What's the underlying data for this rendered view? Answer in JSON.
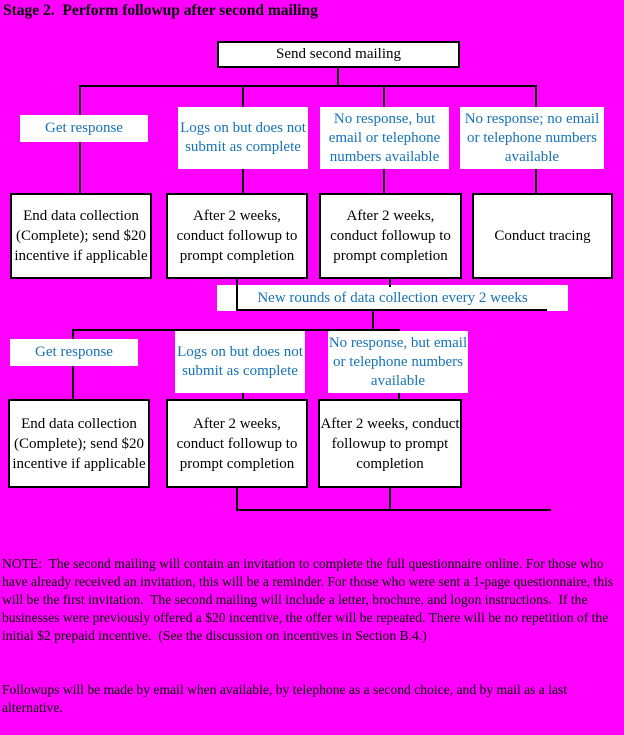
{
  "title": "Stage 2.  Perform followup after second mailing",
  "colors": {
    "background": "#ff00ff",
    "box_fill": "#ffffff",
    "connector": "#000000",
    "branch_text": "#1673b6",
    "action_text": "#000000"
  },
  "flowchart": {
    "root": {
      "label": "Send second mailing"
    },
    "round1": {
      "branches": [
        {
          "label": "Get response"
        },
        {
          "label": "Logs on but does not submit as complete"
        },
        {
          "label": "No response, but email or telephone numbers available"
        },
        {
          "label": "No response; no email or telephone numbers available"
        }
      ],
      "actions": [
        {
          "label": "End data collection (Complete); send $20 incentive if applicable"
        },
        {
          "label": "After 2 weeks, conduct followup to prompt completion"
        },
        {
          "label": "After 2 weeks, conduct followup to prompt completion"
        },
        {
          "label": "Conduct tracing"
        }
      ]
    },
    "loop": {
      "label": "New rounds of data collection every 2 weeks"
    },
    "round2": {
      "branches": [
        {
          "label": "Get response"
        },
        {
          "label": "Logs on but does not submit as complete"
        },
        {
          "label": "No response, but email or telephone numbers available"
        }
      ],
      "actions": [
        {
          "label": "End data collection (Complete); send $20 incentive if applicable"
        },
        {
          "label": "After 2 weeks, conduct followup to prompt completion"
        },
        {
          "label": "After 2 weeks, conduct followup to prompt completion"
        }
      ]
    }
  },
  "footnotes": {
    "note": "NOTE:  The second mailing will contain an invitation to complete the full questionnaire online. For those who have already received an invitation, this will be a reminder. For those who were sent a 1-page questionnaire, this will be the first invitation.  The second mailing will include a letter, brochure, and logon instructions.  If the businesses were previously offered a $20 incentive, the offer will be repeated. There will be no repetition of the initial $2 prepaid incentive.  (See the discussion on incentives in Section B.4.)",
    "followup": "Followups will be made by email when available, by telephone as a second choice, and by mail as a last alternative."
  }
}
